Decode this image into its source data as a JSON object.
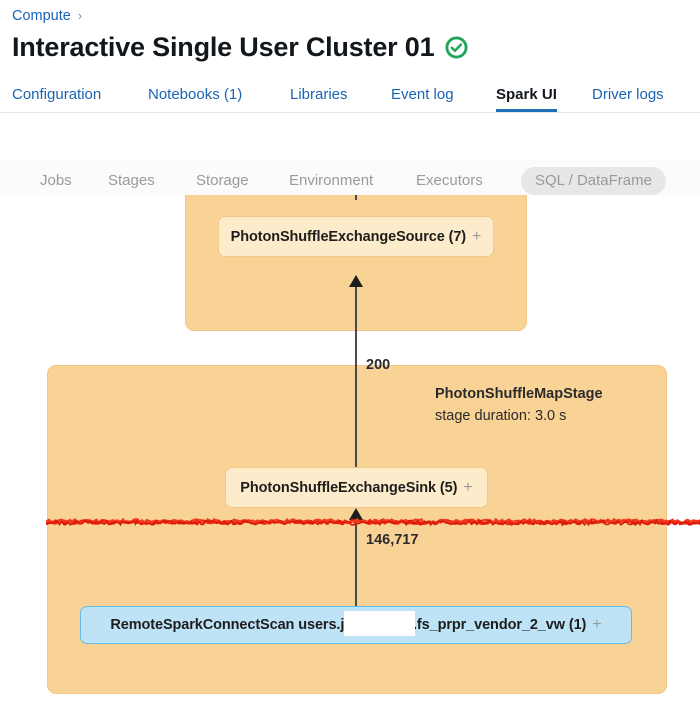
{
  "breadcrumb": {
    "parent": "Compute",
    "separator": "›"
  },
  "header": {
    "title": "Interactive Single User Cluster 01",
    "status_icon": "check-circle-icon",
    "status_color": "#1f9d55"
  },
  "tabs": [
    {
      "label": "Configuration",
      "active": false
    },
    {
      "label": "Notebooks (1)",
      "active": false
    },
    {
      "label": "Libraries",
      "active": false
    },
    {
      "label": "Event log",
      "active": false
    },
    {
      "label": "Spark UI",
      "active": true
    },
    {
      "label": "Driver logs",
      "active": false
    }
  ],
  "subnav": [
    {
      "label": "Jobs",
      "selected": false
    },
    {
      "label": "Stages",
      "selected": false
    },
    {
      "label": "Storage",
      "selected": false
    },
    {
      "label": "Environment",
      "selected": false
    },
    {
      "label": "Executors",
      "selected": false
    },
    {
      "label": "SQL / DataFrame",
      "selected": true
    }
  ],
  "dag": {
    "stages": [
      {
        "id": "stage-top",
        "name": "",
        "duration": ""
      },
      {
        "id": "stage-bottom",
        "name": "PhotonShuffleMapStage",
        "duration": "stage duration: 3.0 s"
      }
    ],
    "nodes": [
      {
        "id": "node-source",
        "text": "PhotonShuffleExchangeSource (7)",
        "expand": "+",
        "kind": "photon"
      },
      {
        "id": "node-sink",
        "text": "PhotonShuffleExchangeSink (5)",
        "expand": "+",
        "kind": "photon"
      },
      {
        "id": "node-scan",
        "text": "RemoteSparkConnectScan users.ja           nd.fs_prpr_vendor_2_vw (1)",
        "expand": "+",
        "kind": "scan"
      }
    ],
    "edge_labels": {
      "upper": "200",
      "lower": "146,717"
    },
    "annotation": {
      "type": "hand-drawn-line",
      "color": "#ee2211"
    }
  },
  "colors": {
    "link": "#1b63b3",
    "tab_active_underline": "#1f6eb8",
    "stage_fill": "#f9d296",
    "photon_node_fill": "#fdeccb",
    "scan_node_fill": "#bfe3f6",
    "scan_node_border": "#63bde8",
    "annotation_red": "#ee2211"
  }
}
